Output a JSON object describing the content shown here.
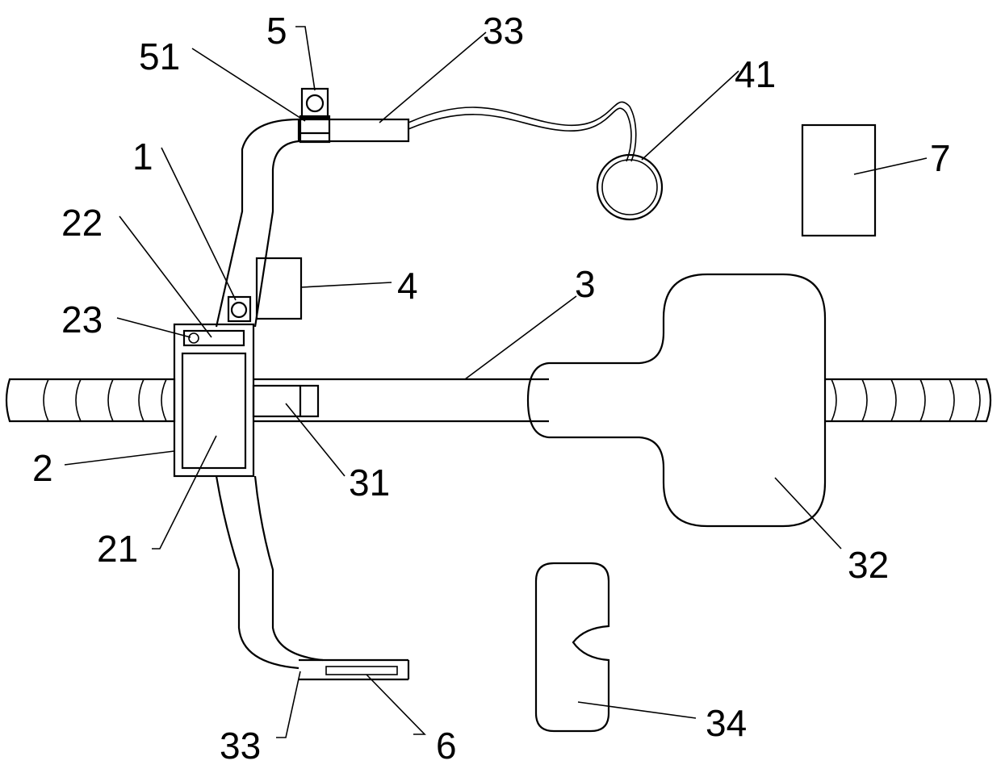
{
  "labels": {
    "l1": "1",
    "l2": "2",
    "l3": "3",
    "l4": "4",
    "l5": "5",
    "l6": "6",
    "l7": "7",
    "l21": "21",
    "l22": "22",
    "l23": "23",
    "l31": "31",
    "l32": "32",
    "l33_top": "33",
    "l33_bottom": "33",
    "l34": "34",
    "l41": "41",
    "l51": "51"
  }
}
